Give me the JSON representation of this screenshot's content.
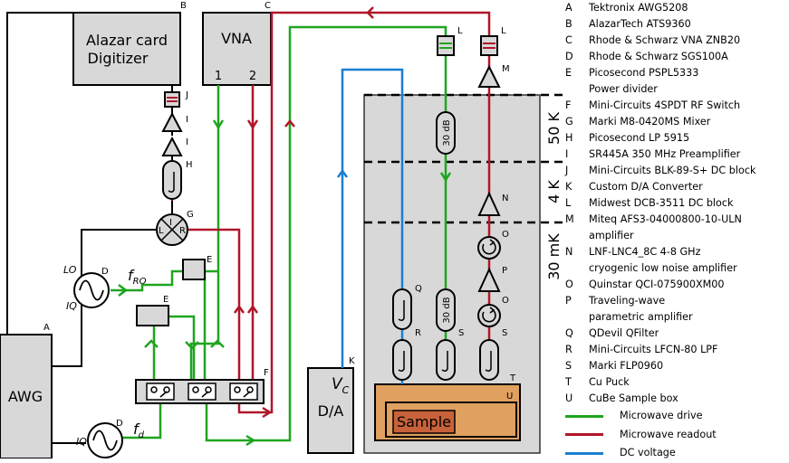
{
  "boxes": {
    "alazar": {
      "line1": "Alazar card",
      "line2": "Digitizer",
      "tag": "B"
    },
    "vna": {
      "label": "VNA",
      "tag": "C",
      "port1": "1",
      "port2": "2"
    },
    "awg": {
      "label": "AWG",
      "tag": "A"
    },
    "da": {
      "label": "D/A",
      "tag": "K",
      "vc_main": "V",
      "vc_sub": "C"
    },
    "sample": {
      "label": "Sample"
    }
  },
  "stages": [
    "50 K",
    "4 K",
    "30 mK"
  ],
  "attenuators": [
    "30 dB",
    "30 dB"
  ],
  "signal_labels": {
    "fro_main": "f",
    "fro_sub": "RO",
    "fd_main": "f",
    "fd_sub": "d",
    "lo": "LO",
    "iq_top": "IQ",
    "iq_bottom": "IQ",
    "mixer_l": "L",
    "mixer_i": "I",
    "mixer_r": "R"
  },
  "component_tags": {
    "J1": "J",
    "I1": "I",
    "I2": "I",
    "H": "H",
    "G": "G",
    "D1": "D",
    "D2": "D",
    "E1": "E",
    "E2": "E",
    "F": "F",
    "L1": "L",
    "L2": "L",
    "M": "M",
    "N": "N",
    "O1": "O",
    "O2": "O",
    "P": "P",
    "Q": "Q",
    "R": "R",
    "S1": "S",
    "S2": "S",
    "T": "T",
    "U": "U"
  },
  "legend": [
    {
      "key": "A",
      "text": "Tektronix AWG5208"
    },
    {
      "key": "B",
      "text": "AlazarTech ATS9360"
    },
    {
      "key": "C",
      "text": "Rhode & Schwarz VNA ZNB20"
    },
    {
      "key": "D",
      "text": "Rhode & Schwarz SGS100A"
    },
    {
      "key": "E",
      "text": "Picosecond PSPL5333"
    },
    {
      "key": "",
      "text": "Power divider"
    },
    {
      "key": "F",
      "text": "Mini-Circuits 4SPDT RF Switch"
    },
    {
      "key": "G",
      "text": "Marki M8-0420MS Mixer"
    },
    {
      "key": "H",
      "text": "Picosecond LP 5915"
    },
    {
      "key": "I",
      "text": "SR445A 350 MHz Preamplifier"
    },
    {
      "key": "J",
      "text": "Mini-Circuits BLK-89-S+ DC block"
    },
    {
      "key": "K",
      "text": "Custom D/A Converter"
    },
    {
      "key": "L",
      "text": "Midwest DCB-3511 DC block"
    },
    {
      "key": "M",
      "text": "Miteq AFS3-04000800-10-ULN"
    },
    {
      "key": "",
      "text": "amplifier"
    },
    {
      "key": "N",
      "text": "LNF-LNC4_8C 4-8 GHz"
    },
    {
      "key": "",
      "text": "cryogenic low noise amplifier"
    },
    {
      "key": "O",
      "text": "Quinstar QCI-075900XM00"
    },
    {
      "key": "P",
      "text": "Traveling-wave"
    },
    {
      "key": "",
      "text": "parametric amplifier"
    },
    {
      "key": "Q",
      "text": "QDevil QFilter"
    },
    {
      "key": "R",
      "text": "Mini-Circuits LFCN-80 LPF"
    },
    {
      "key": "S",
      "text": "Marki FLP0960"
    },
    {
      "key": "T",
      "text": "Cu Puck"
    },
    {
      "key": "U",
      "text": "CuBe Sample box"
    }
  ],
  "line_legend": [
    {
      "label": "Microwave drive",
      "color": "#1fa51f"
    },
    {
      "label": "Microwave readout",
      "color": "#b0162a"
    },
    {
      "label": "DC voltage",
      "color": "#1a7fd0"
    }
  ]
}
